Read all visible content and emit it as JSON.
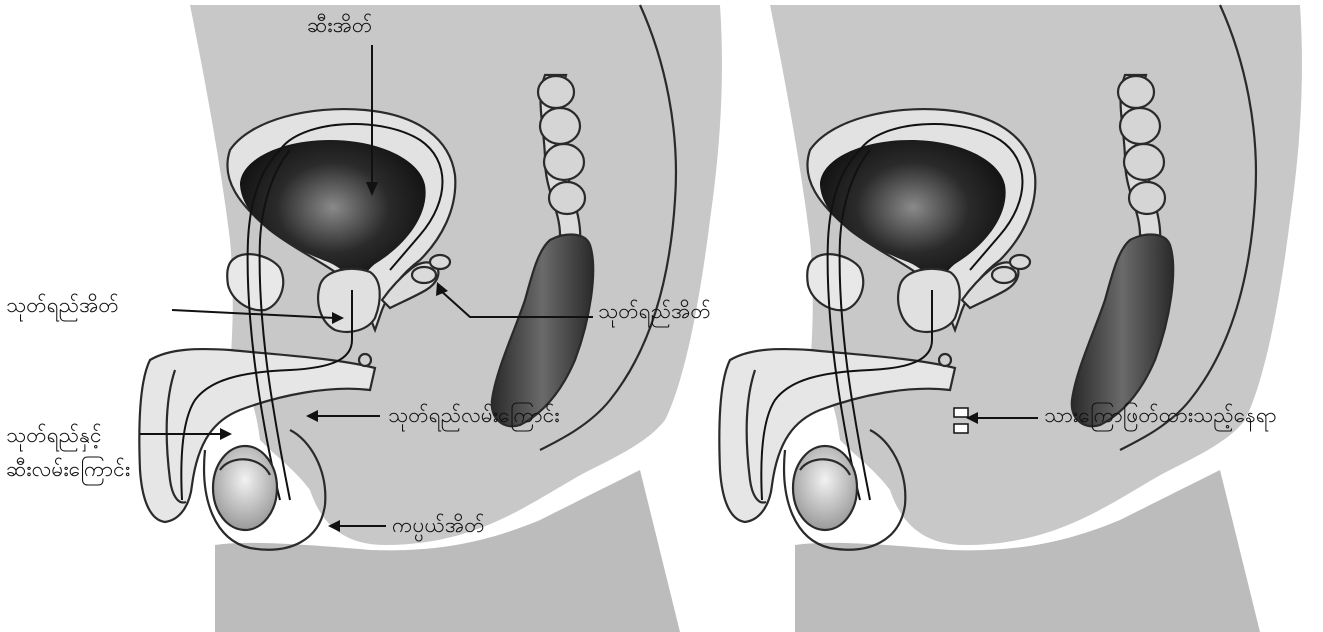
{
  "diagram": {
    "panels": [
      {
        "id": "left",
        "labels": {
          "bladder": "ဆီးအိတ်",
          "prostate": "သုတ်ရည်အိတ်",
          "seminal_vesicle": "သုတ်ရည်အိတ်",
          "vas_deferens": "သုတ်ရည်လမ်းကြောင်း",
          "urethra_line1": "သုတ်ရည်နှင့်",
          "urethra_line2": "ဆီးလမ်းကြောင်း",
          "scrotum": "ကပ္ပယ်အိတ်"
        }
      },
      {
        "id": "right",
        "labels": {
          "cut_site": "သားကြောဖြတ်ထားသည့်နေရာ"
        }
      }
    ]
  },
  "colors": {
    "background": "#ffffff",
    "body_fill": "#c9c9c9",
    "bladder_dark": "#1e1e1e",
    "rectum": "#3a3a3a",
    "light_organ": "#e4e4e4",
    "line": "#111111"
  }
}
